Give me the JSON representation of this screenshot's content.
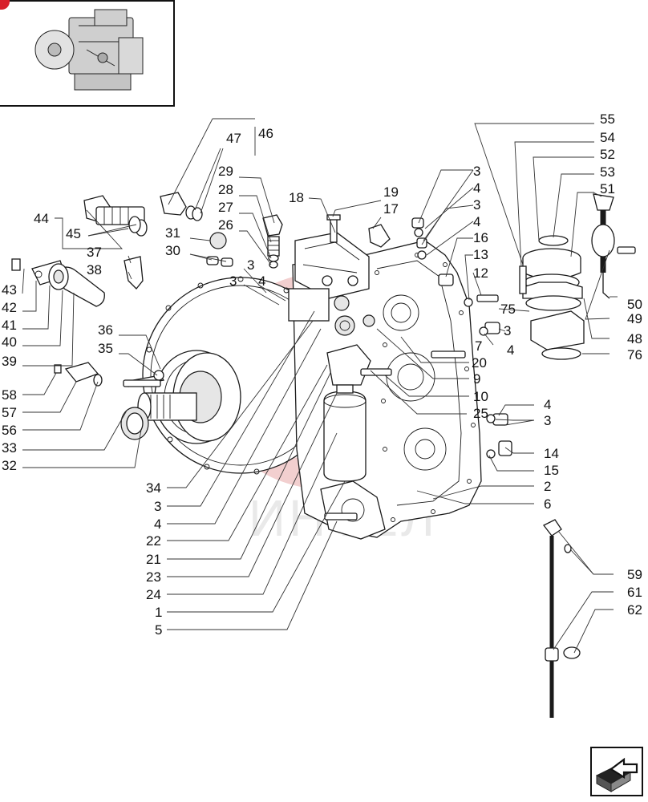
{
  "diagram": {
    "labels": [
      {
        "text": "46"
      },
      {
        "text": "47"
      },
      {
        "text": "29"
      },
      {
        "text": "28"
      },
      {
        "text": "27"
      },
      {
        "text": "26"
      },
      {
        "text": "18"
      },
      {
        "text": "19"
      },
      {
        "text": "17"
      },
      {
        "text": "44"
      },
      {
        "text": "45"
      },
      {
        "text": "31"
      },
      {
        "text": "30"
      },
      {
        "text": "37"
      },
      {
        "text": "38"
      },
      {
        "text": "3"
      },
      {
        "text": "3"
      },
      {
        "text": "4"
      },
      {
        "text": "43"
      },
      {
        "text": "42"
      },
      {
        "text": "41"
      },
      {
        "text": "40"
      },
      {
        "text": "39"
      },
      {
        "text": "36"
      },
      {
        "text": "35"
      },
      {
        "text": "58"
      },
      {
        "text": "57"
      },
      {
        "text": "56"
      },
      {
        "text": "33"
      },
      {
        "text": "32"
      },
      {
        "text": "34"
      },
      {
        "text": "3"
      },
      {
        "text": "4"
      },
      {
        "text": "22"
      },
      {
        "text": "21"
      },
      {
        "text": "23"
      },
      {
        "text": "24"
      },
      {
        "text": "1"
      },
      {
        "text": "5"
      },
      {
        "text": "55"
      },
      {
        "text": "54"
      },
      {
        "text": "52"
      },
      {
        "text": "53"
      },
      {
        "text": "51"
      },
      {
        "text": "3"
      },
      {
        "text": "4"
      },
      {
        "text": "3"
      },
      {
        "text": "4"
      },
      {
        "text": "16"
      },
      {
        "text": "13"
      },
      {
        "text": "12"
      },
      {
        "text": "75"
      },
      {
        "text": "3"
      },
      {
        "text": "7"
      },
      {
        "text": "4"
      },
      {
        "text": "50"
      },
      {
        "text": "49"
      },
      {
        "text": "48"
      },
      {
        "text": "76"
      },
      {
        "text": "20"
      },
      {
        "text": "9"
      },
      {
        "text": "10"
      },
      {
        "text": "25"
      },
      {
        "text": "4"
      },
      {
        "text": "3"
      },
      {
        "text": "14"
      },
      {
        "text": "15"
      },
      {
        "text": "2"
      },
      {
        "text": "6"
      },
      {
        "text": "59"
      },
      {
        "text": "61"
      },
      {
        "text": "62"
      }
    ]
  },
  "colors": {
    "watermark": "#e8a9a9",
    "accent": "#d81e2a",
    "ink": "#111111"
  },
  "icons": {
    "thumbnail": "transmission-thumbnail-icon",
    "nav": "next-page-arrow-icon"
  }
}
